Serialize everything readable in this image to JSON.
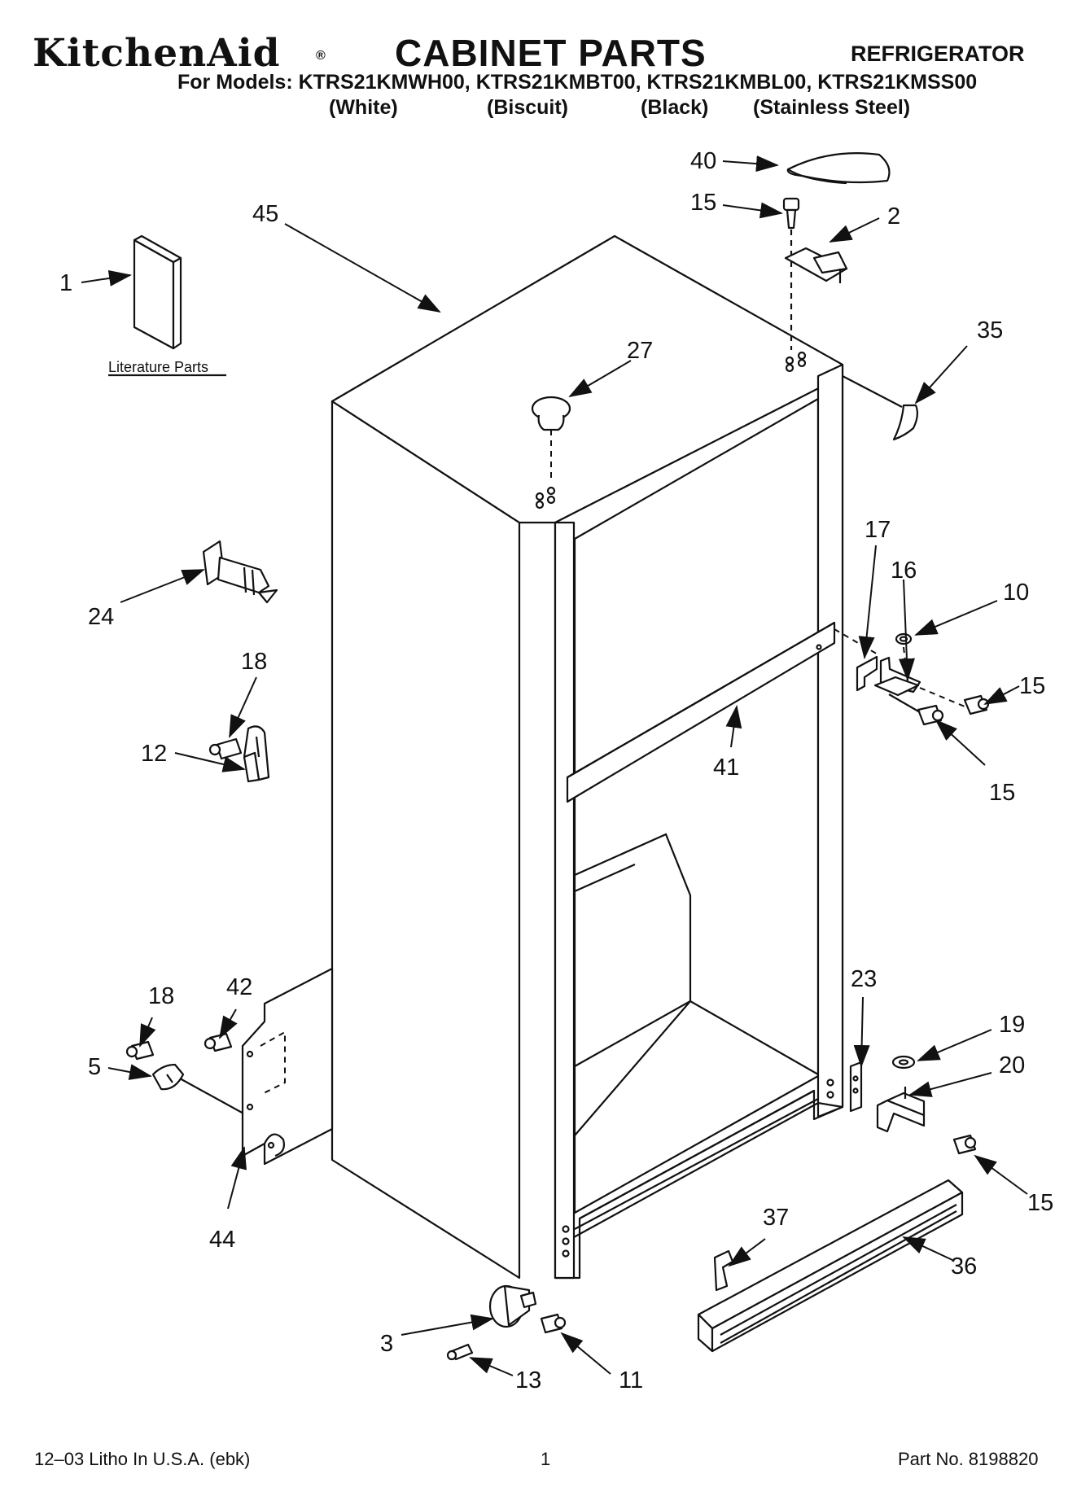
{
  "header": {
    "brand": "KitchenAid",
    "brand_mark": "®",
    "title": "CABINET PARTS",
    "product": "REFRIGERATOR",
    "models_line": "For Models: KTRS21KMWH00, KTRS21KMBT00, KTRS21KMBL00, KTRS21KMSS00",
    "variants": [
      "(White)",
      "(Biscuit)",
      "(Black)",
      "(Stainless Steel)"
    ]
  },
  "diagram": {
    "literature_label": "Literature Parts",
    "callouts": {
      "c1": "1",
      "c2": "2",
      "c3": "3",
      "c5": "5",
      "c10": "10",
      "c11": "11",
      "c12": "12",
      "c13": "13",
      "c15a": "15",
      "c15b": "15",
      "c15c": "15",
      "c15d": "15",
      "c16": "16",
      "c17": "17",
      "c18a": "18",
      "c18b": "18",
      "c19": "19",
      "c20": "20",
      "c23": "23",
      "c24": "24",
      "c27": "27",
      "c35": "35",
      "c36": "36",
      "c37": "37",
      "c40": "40",
      "c41": "41",
      "c42": "42",
      "c44": "44",
      "c45": "45"
    }
  },
  "footer": {
    "print_info": "12–03 Litho In U.S.A. (ebk)",
    "page_number": "1",
    "part_number": "Part No. 8198820"
  }
}
